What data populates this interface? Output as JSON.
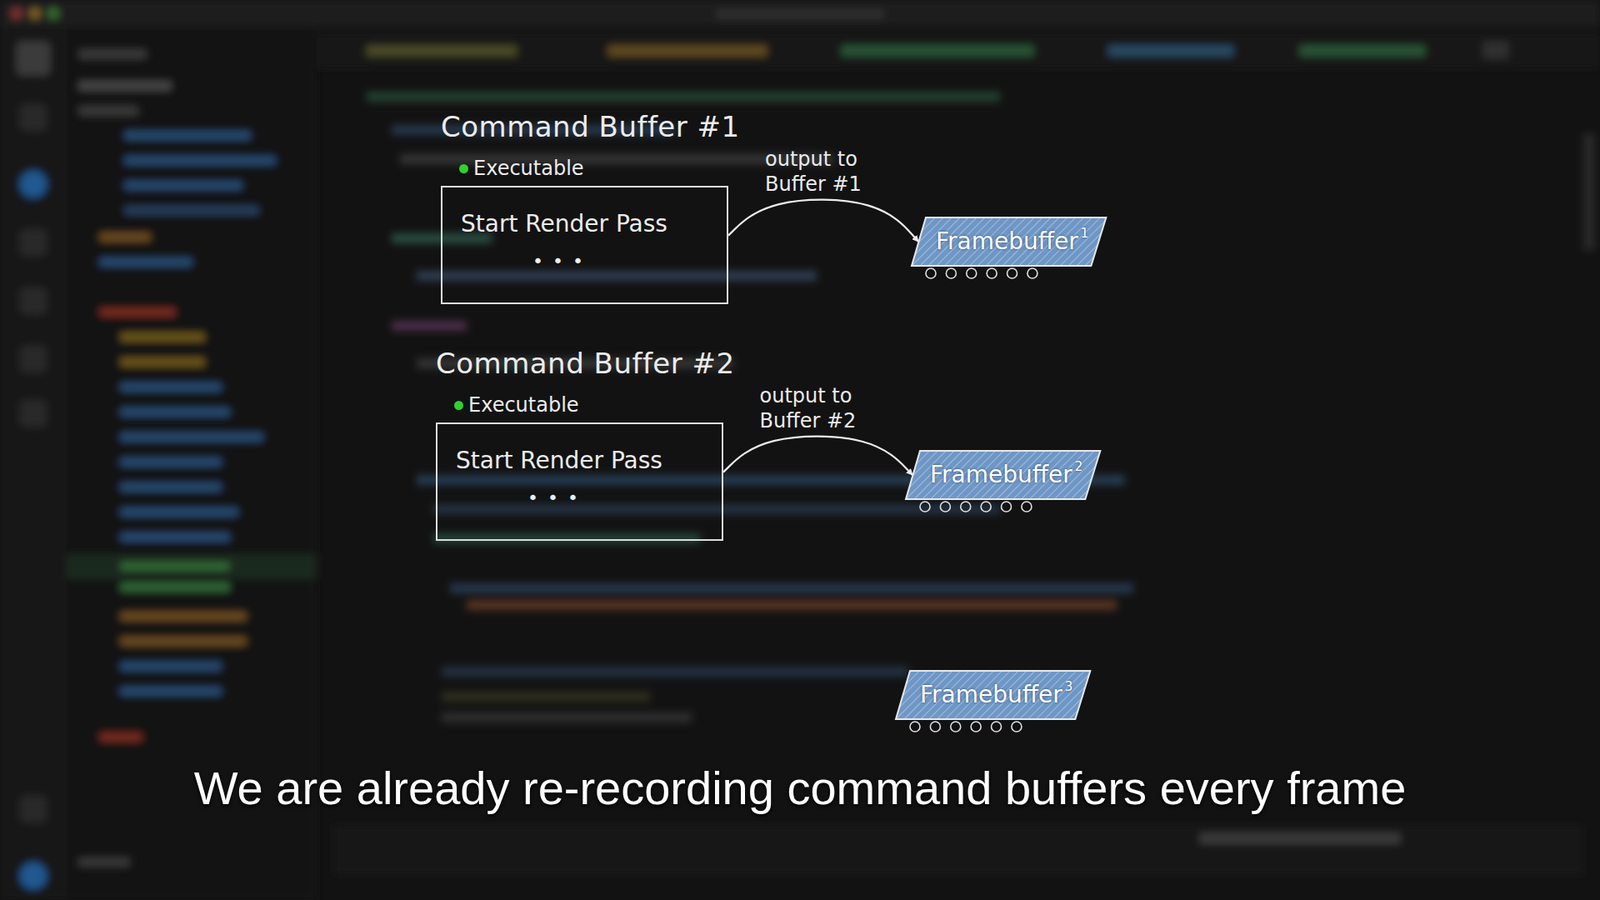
{
  "diagram": {
    "caption": "We are already re-recording command buffers every frame",
    "nodes": [
      {
        "text": [
          "Command Buffer #1",
          "Executable",
          "Start Render Pass",
          "• • •"
        ]
      },
      {
        "text": [
          "Framebuffer",
          "1"
        ]
      },
      {
        "text": [
          "Command Buffer #2",
          "Executable",
          "Start Render Pass",
          "• • •"
        ]
      },
      {
        "text": [
          "Framebuffer",
          "2"
        ]
      },
      {
        "text": [
          "Framebuffer",
          "3"
        ]
      }
    ],
    "edges": [
      {
        "from": 0,
        "to": 1,
        "arrow": "to",
        "label": "output to Buffer #1"
      },
      {
        "from": 2,
        "to": 3,
        "arrow": "to",
        "label": "output to Buffer #2"
      }
    ]
  }
}
